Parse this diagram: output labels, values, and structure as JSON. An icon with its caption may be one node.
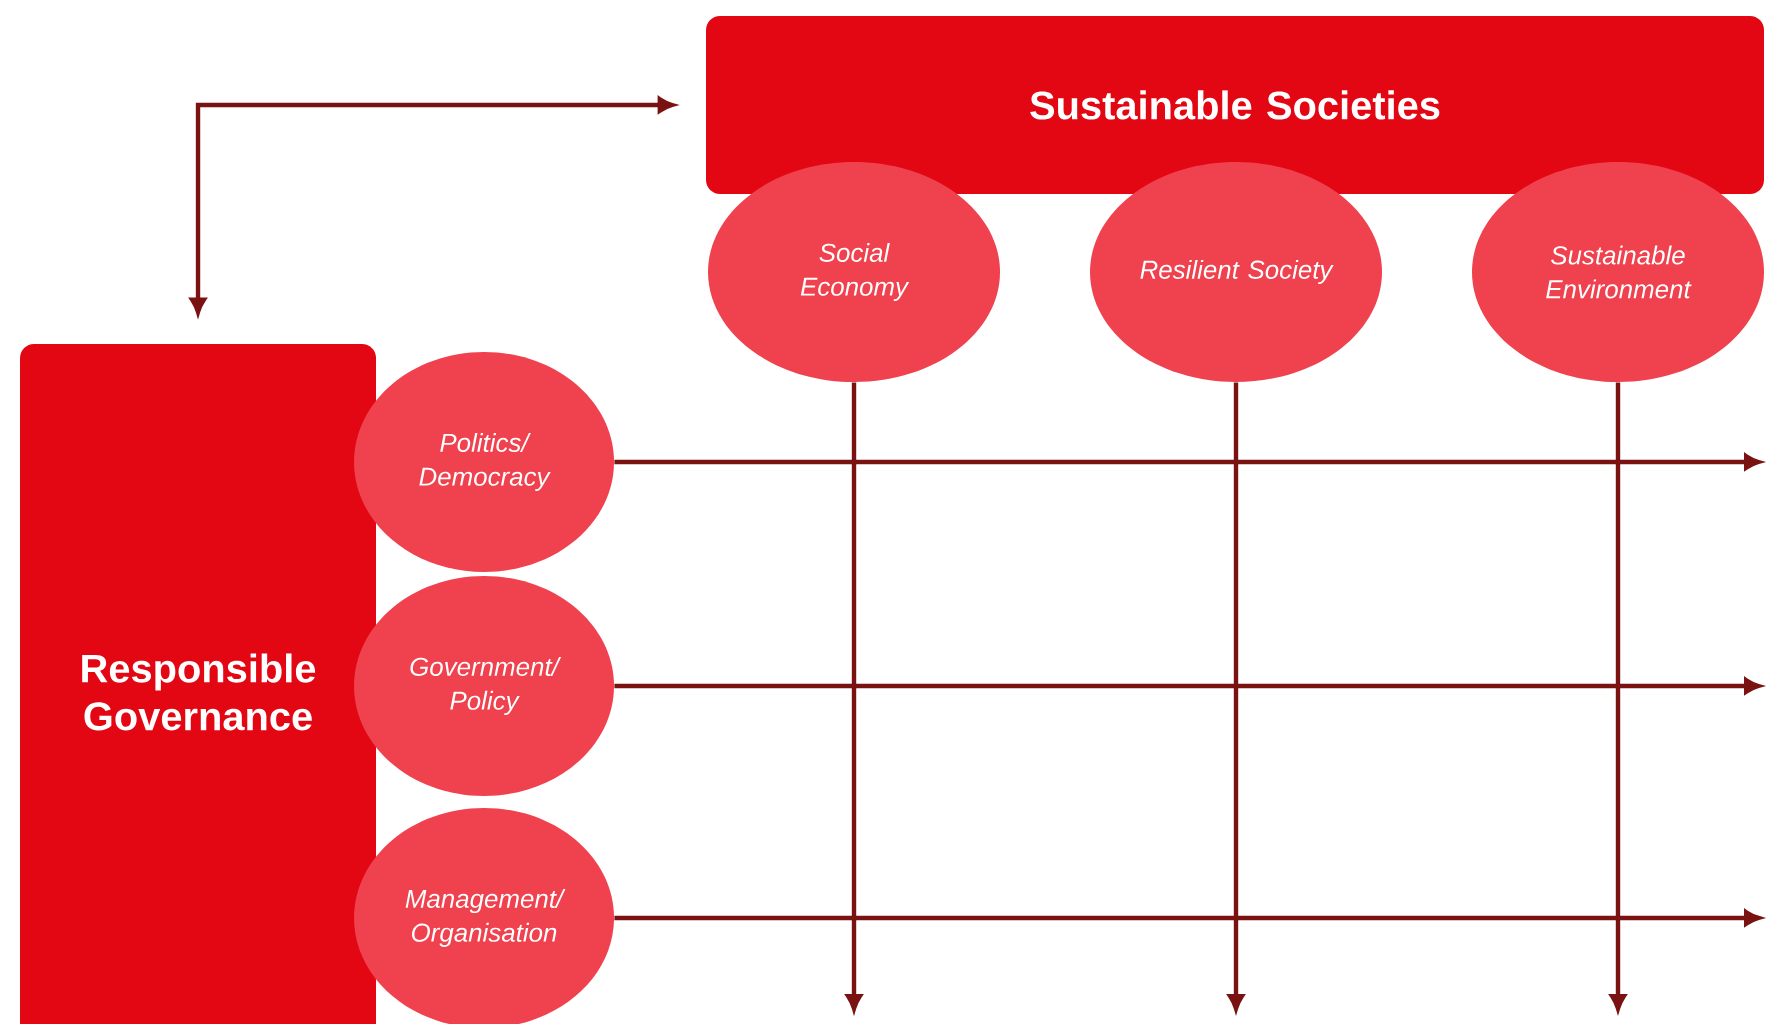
{
  "diagram": {
    "nodes": [
      {
        "text": [
          "Sustainable Societies"
        ]
      },
      {
        "text": [
          "Social Economy"
        ]
      },
      {
        "text": [
          "Resilient Society"
        ]
      },
      {
        "text": [
          "Sustainable Environment"
        ]
      },
      {
        "text": [
          "Responsible Governance"
        ]
      },
      {
        "text": [
          "Politics/ Democracy"
        ]
      },
      {
        "text": [
          "Government/ Policy"
        ]
      },
      {
        "text": [
          "Management/ Organisation"
        ]
      }
    ],
    "edges": [
      {
        "from": 4,
        "to": 0,
        "arrow": "both"
      },
      {
        "from": 1,
        "to": null,
        "arrow": "to"
      },
      {
        "from": 2,
        "to": null,
        "arrow": "to"
      },
      {
        "from": 3,
        "to": null,
        "arrow": "to"
      },
      {
        "from": 5,
        "to": null,
        "arrow": "to"
      },
      {
        "from": 6,
        "to": null,
        "arrow": "to"
      },
      {
        "from": 7,
        "to": null,
        "arrow": "to"
      }
    ]
  }
}
